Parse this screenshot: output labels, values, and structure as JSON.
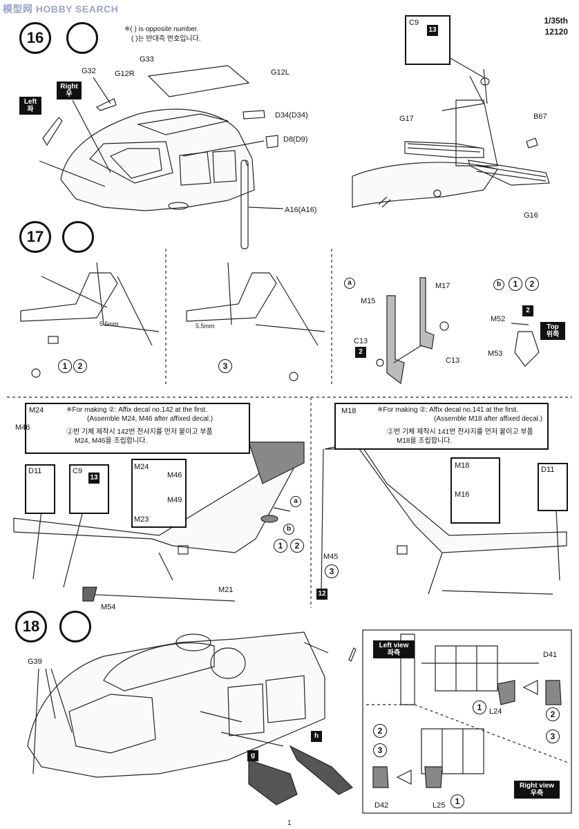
{
  "watermark": "模型网 HOBBY SEARCH",
  "header": {
    "scale": "1/35th",
    "kit_no": "12120"
  },
  "page_number": "1",
  "step16": {
    "number": "16",
    "note_en": "※( ) is opposite number.",
    "note_ko": "( )는 반대측 번호입니다.",
    "tag_left_en": "Left",
    "tag_left_ko": "좌",
    "tag_right_en": "Right",
    "tag_right_ko": "우",
    "parts": [
      "G33",
      "G32",
      "G12R",
      "G12L",
      "D34(D34)",
      "D8(D9)",
      "A16(A16)"
    ],
    "inset_part": "C9",
    "inset_badge": "13",
    "tail_parts": [
      "G17",
      "B67",
      "G16"
    ]
  },
  "step17": {
    "number": "17",
    "dim_left": "5.5mm",
    "dim_right": "5.5mm",
    "opt_left": [
      "1",
      "2"
    ],
    "opt_right": "3",
    "sub_a": {
      "marker": "a",
      "parts": [
        "M15",
        "M17",
        "C13",
        "C13"
      ],
      "badge": "2"
    },
    "sub_b": {
      "marker": "b",
      "opts": [
        "1",
        "2"
      ],
      "parts": [
        "M52",
        "M53"
      ],
      "badge": "2",
      "top_en": "Top",
      "top_ko": "위쪽"
    },
    "left_panel": {
      "note_en_1": "※For making ②: Affix decal no.142 at the first.",
      "note_en_2": "(Assemble M24, M46 after affixed decal.)",
      "note_ko_1": "②번 기체 제작시 142번 전사지를 먼저 붙이고 부품",
      "note_ko_2": "M24, M46을 조립합니다.",
      "box_parts": [
        "M24",
        "M46"
      ],
      "inset_d11": "D11",
      "inset_c9": "C9",
      "inset_badge": "13",
      "inset_parts": [
        "M24",
        "M46",
        "M49",
        "M23"
      ],
      "markers": [
        "a",
        "b"
      ],
      "opts": [
        "1",
        "2"
      ],
      "parts": [
        "M21",
        "M54"
      ]
    },
    "right_panel": {
      "note_en_1": "※For making ②: Affix decal no.141 at the first.",
      "note_en_2": "(Assemble M18 after affixed decal.)",
      "note_ko_1": "②번 기체 제작시 141번 전사지를 먼저 붙이고 부품",
      "note_ko_2": "M18을 조립합니다.",
      "box_part": "M18",
      "inset_parts": [
        "M18",
        "M16"
      ],
      "inset_d11": "D11",
      "parts": [
        "M45"
      ],
      "opt": "3",
      "badge": "12"
    }
  },
  "step18": {
    "number": "18",
    "parts": [
      "G39"
    ],
    "markers": [
      "g",
      "h"
    ],
    "inset": {
      "left_view_en": "Left view",
      "left_view_ko": "좌측",
      "right_view_en": "Right view",
      "right_view_ko": "우측",
      "parts": [
        "D41",
        "L24",
        "D42",
        "L25"
      ],
      "opts": [
        "1",
        "2",
        "3",
        "2",
        "3",
        "1"
      ]
    }
  }
}
